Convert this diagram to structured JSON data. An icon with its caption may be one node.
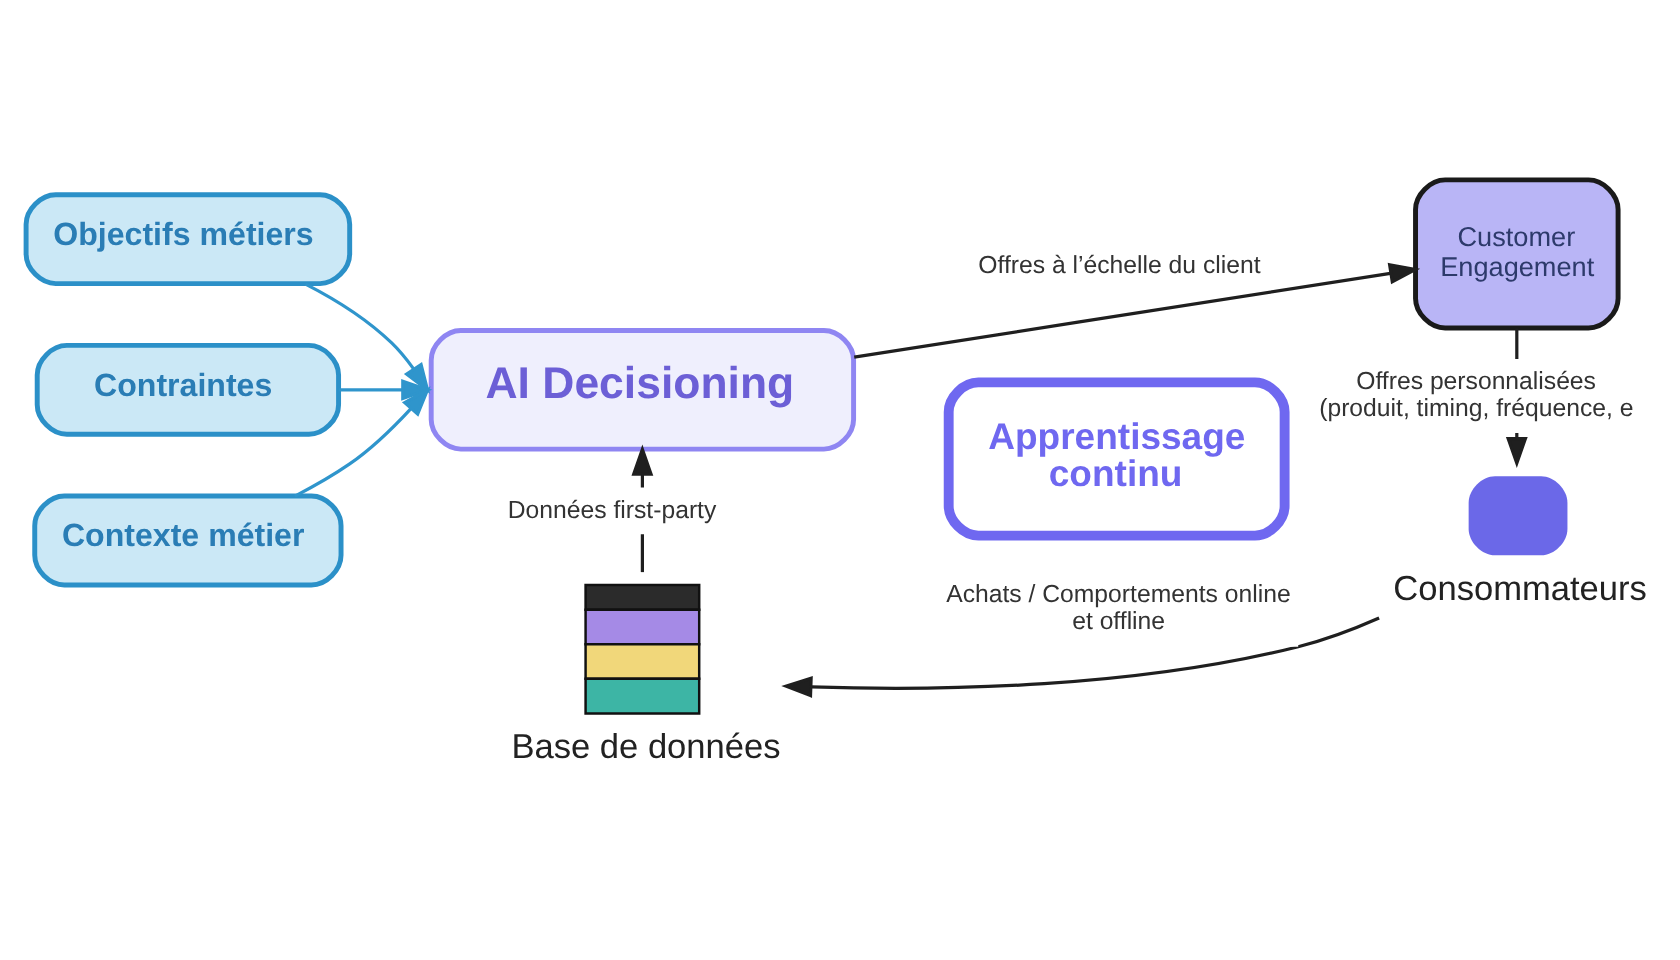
{
  "diagram": {
    "nodes": [
      {
        "text": [
          "Objectifs métiers"
        ]
      },
      {
        "text": [
          "Contraintes"
        ]
      },
      {
        "text": [
          "Contexte métier"
        ]
      },
      {
        "text": [
          "AI Decisioning"
        ]
      },
      {
        "text": [
          "Customer Engagement"
        ]
      },
      {
        "text": [
          "Consommateurs"
        ]
      },
      {
        "text": [
          "Base de données"
        ]
      }
    ],
    "edges": [
      {
        "from": 0,
        "to": 3,
        "arrow": "to",
        "color": "#2f95cc"
      },
      {
        "from": 1,
        "to": 3,
        "arrow": "to",
        "color": "#2f95cc"
      },
      {
        "from": 2,
        "to": 3,
        "arrow": "to",
        "color": "#2f95cc"
      },
      {
        "from": 3,
        "to": 4,
        "arrow": "to",
        "label": "Offres à l’échelle du client"
      },
      {
        "from": 4,
        "to": 5,
        "arrow": "to",
        "label": "Offres personnalisées (produit, timing, fréquence, e"
      },
      {
        "from": 5,
        "to": 6,
        "arrow": "to",
        "label": "Achats / Comportements online et offline"
      },
      {
        "from": 6,
        "to": 3,
        "arrow": "to",
        "label": "Données first-party"
      }
    ],
    "labels": [
      "Apprentissage continu"
    ]
  }
}
